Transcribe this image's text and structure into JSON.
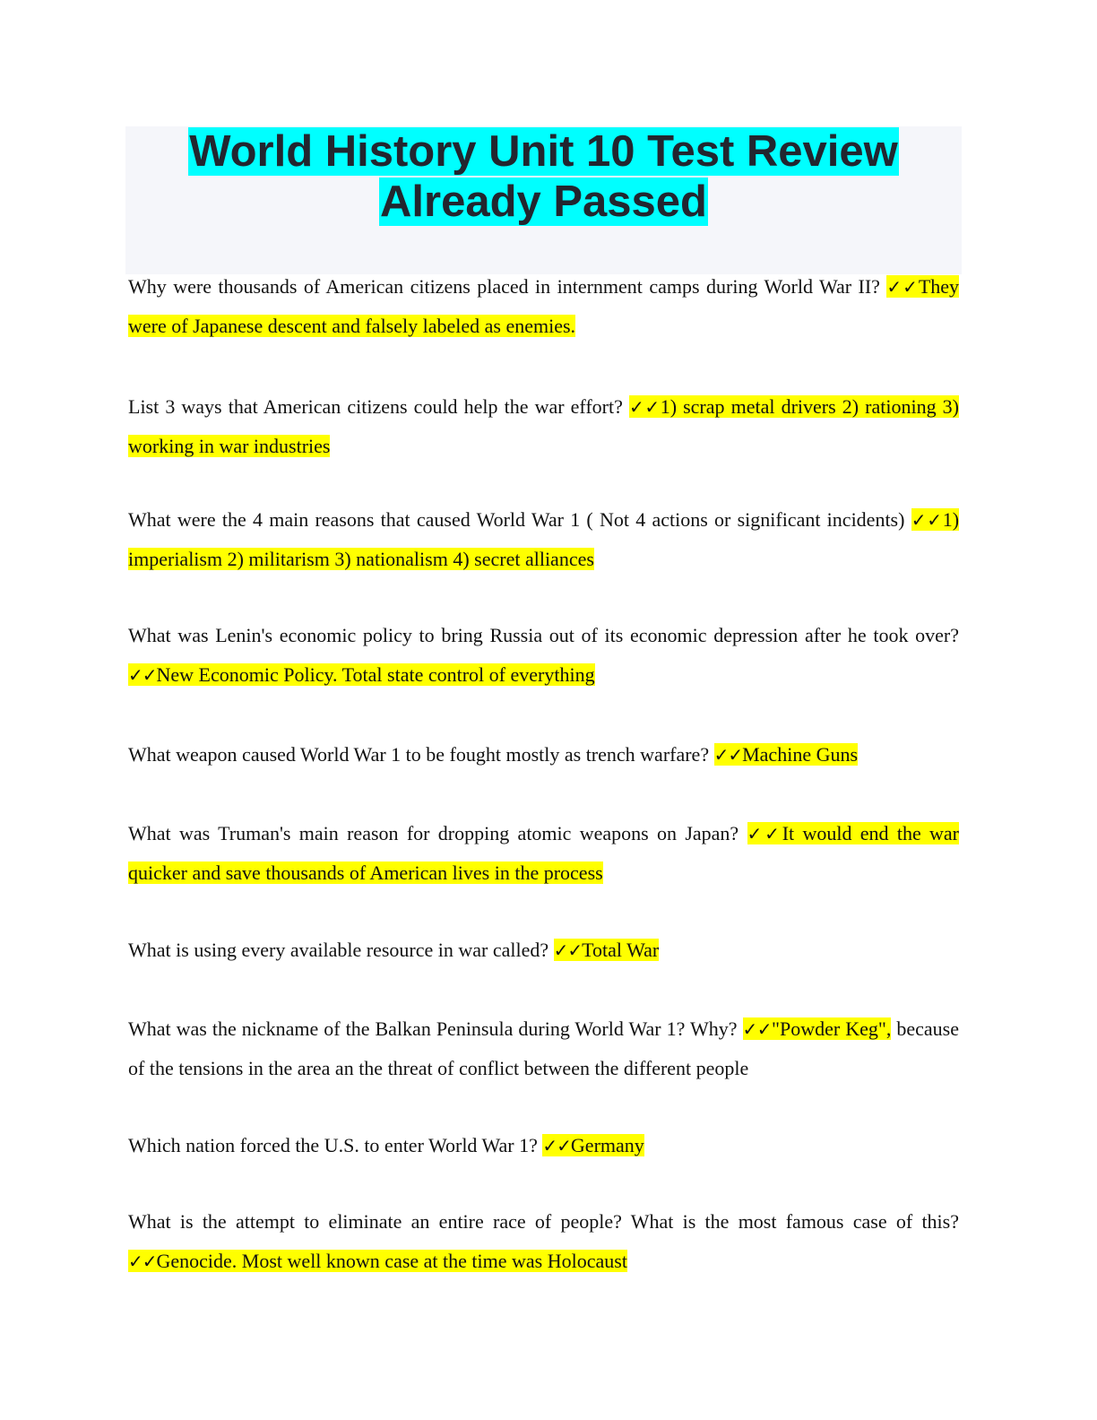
{
  "title": {
    "line1": "World History Unit 10 Test Review",
    "line2": "Already Passed"
  },
  "check_mark": "✓✓",
  "items": [
    {
      "question": "Why were thousands of American citizens placed in internment camps during World War II?",
      "answer": "They were of Japanese descent and falsely labeled as enemies."
    },
    {
      "question": "List 3 ways that American citizens could help the war effort?",
      "answer": "1) scrap metal drivers 2) rationing 3) working in war industries"
    },
    {
      "question": "What were the 4 main reasons that caused World War 1 ( Not 4 actions or significant incidents)",
      "answer": "1) imperialism 2) militarism 3) nationalism 4) secret alliances"
    },
    {
      "question": "What was Lenin's economic policy to bring Russia out of its economic depression after he took over?",
      "answer": "New Economic Policy. Total state control of everything"
    },
    {
      "question": "What weapon caused World War 1 to be fought mostly as trench warfare?",
      "answer": "Machine Guns"
    },
    {
      "question": "What was Truman's main reason for dropping atomic weapons on Japan?",
      "answer": "It would end the war quicker and save thousands of American lives in the process"
    },
    {
      "question": "What is using every available resource in war called?",
      "answer": "Total War"
    },
    {
      "question": "What was the nickname of the Balkan Peninsula during World War 1? Why?",
      "answer": "\"Powder Keg\",",
      "answer_tail": "because of the tensions in the area an the threat of conflict between the different people"
    },
    {
      "question": "Which nation forced the U.S. to enter World War 1?",
      "answer": "Germany"
    },
    {
      "question": "What is the attempt to eliminate an entire race of people? What is the most famous case of this?",
      "answer": "Genocide. Most well known case at the time was Holocaust"
    }
  ],
  "colors": {
    "title_highlight": "#00ffff",
    "answer_highlight": "#ffff00",
    "title_box_background": "#f5f6fa"
  }
}
